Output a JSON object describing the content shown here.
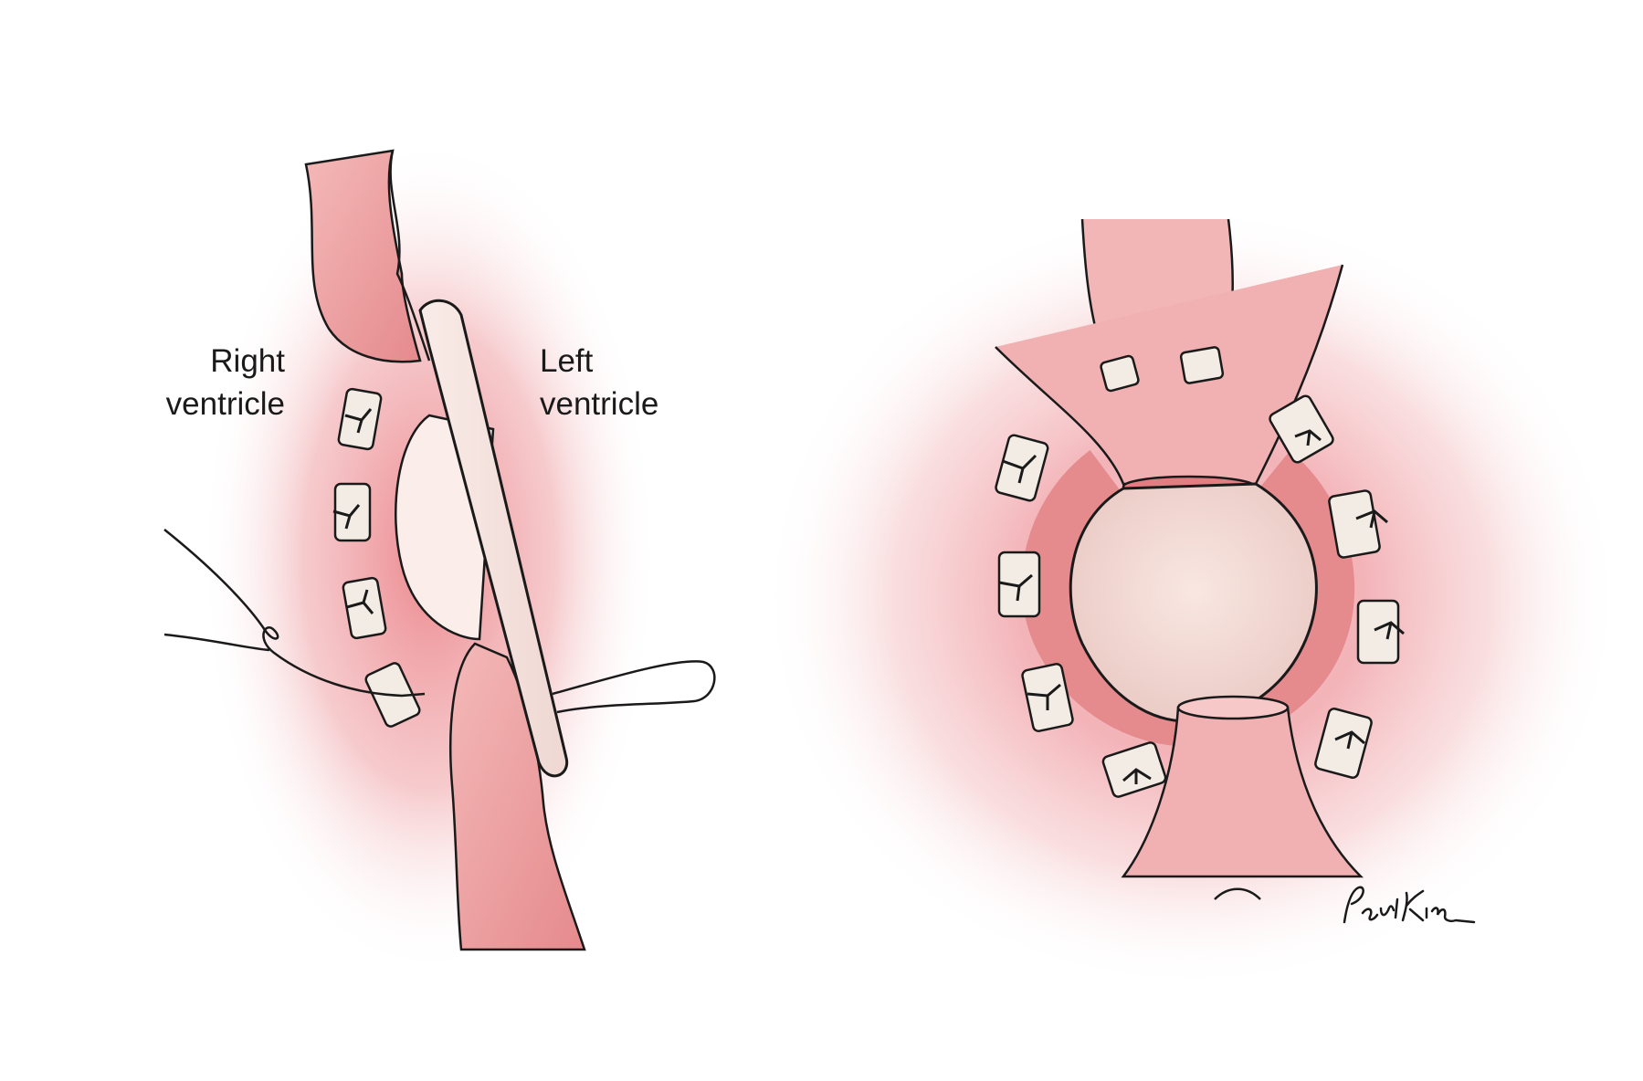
{
  "labels": {
    "right_ventricle": {
      "line1": "Right",
      "line2": "ventricle"
    },
    "left_ventricle": {
      "line1": "Left",
      "line2": "ventricle"
    }
  },
  "signature": "Paul Kim",
  "colors": {
    "tissue": "#e8838a",
    "tissue_light": "#f6cfd0",
    "patch": "#f7e6e1",
    "pledget": "#f2ece4",
    "outline": "#1a1a1a"
  }
}
